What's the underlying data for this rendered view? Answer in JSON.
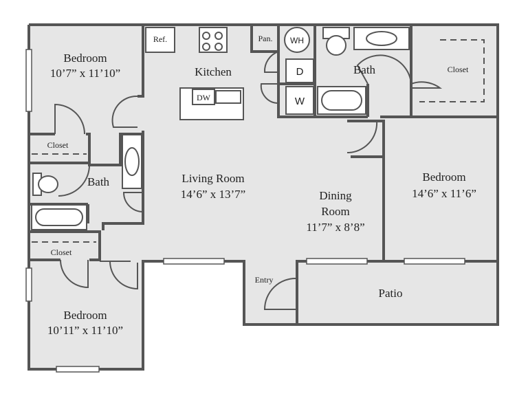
{
  "rooms": {
    "bedroom_nw": {
      "name": "Bedroom",
      "size": "10’7” x 11’10”"
    },
    "bedroom_sw": {
      "name": "Bedroom",
      "size": "10’11” x 11’10”"
    },
    "bedroom_e": {
      "name": "Bedroom",
      "size": "14’6” x 11’6”"
    },
    "kitchen": {
      "name": "Kitchen"
    },
    "living": {
      "name": "Living Room",
      "size": "14’6” x 13’7”"
    },
    "dining": {
      "name": "Dining",
      "name2": "Room",
      "size": "11’7” x 8’8”"
    },
    "bath_w": {
      "name": "Bath"
    },
    "bath_e": {
      "name": "Bath"
    },
    "patio": {
      "name": "Patio"
    },
    "entry": {
      "name": "Entry"
    }
  },
  "closets": {
    "upper": "Closet",
    "lower": "Closet",
    "east": "Closet",
    "pantry": "Pan."
  },
  "appliances": {
    "refrigerator": "Ref.",
    "dishwasher": "DW",
    "water_heater": "WH",
    "dryer": "D",
    "washer": "W"
  }
}
